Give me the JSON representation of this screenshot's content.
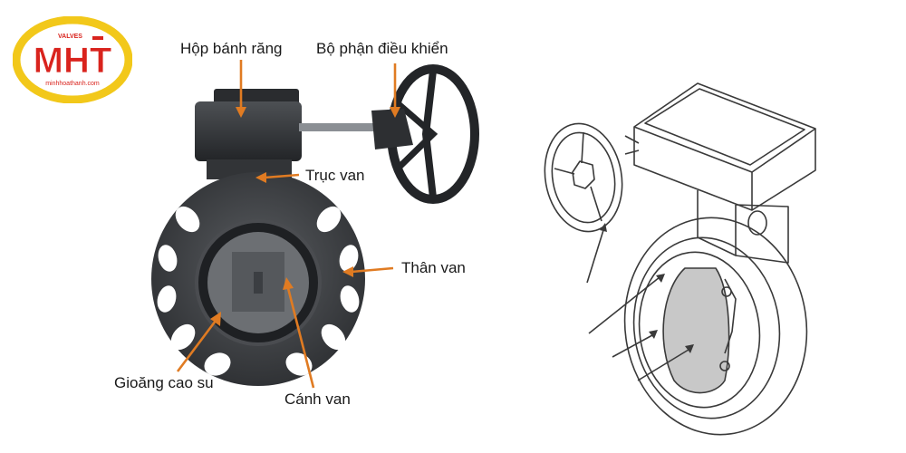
{
  "logo": {
    "top_text": "VALVES",
    "letters": "MHT",
    "website": "minhhoathanh.com",
    "colors": {
      "ring": "#f2c81a",
      "letters": "#d9231d",
      "outline": "#ffffff"
    }
  },
  "labels": {
    "gearbox": "Hộp bánh răng",
    "handwheel": "Bộ phận điều khiển",
    "stem": "Trục van",
    "body": "Thân van",
    "seal": "Gioăng cao su",
    "disc": "Cánh van"
  },
  "colors": {
    "arrow": "#e07b22",
    "valve_body": "#3b3d40",
    "valve_dark": "#24262a",
    "sketch_line": "#3a3a3a",
    "text": "#1a1a1a"
  }
}
